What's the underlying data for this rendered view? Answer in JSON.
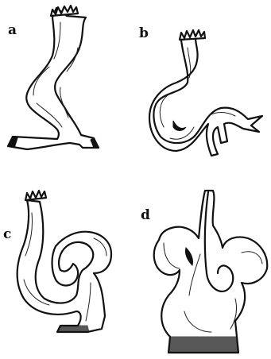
{
  "figure": {
    "panel_labels": {
      "a": "a",
      "b": "b",
      "c": "c",
      "d": "d"
    }
  }
}
